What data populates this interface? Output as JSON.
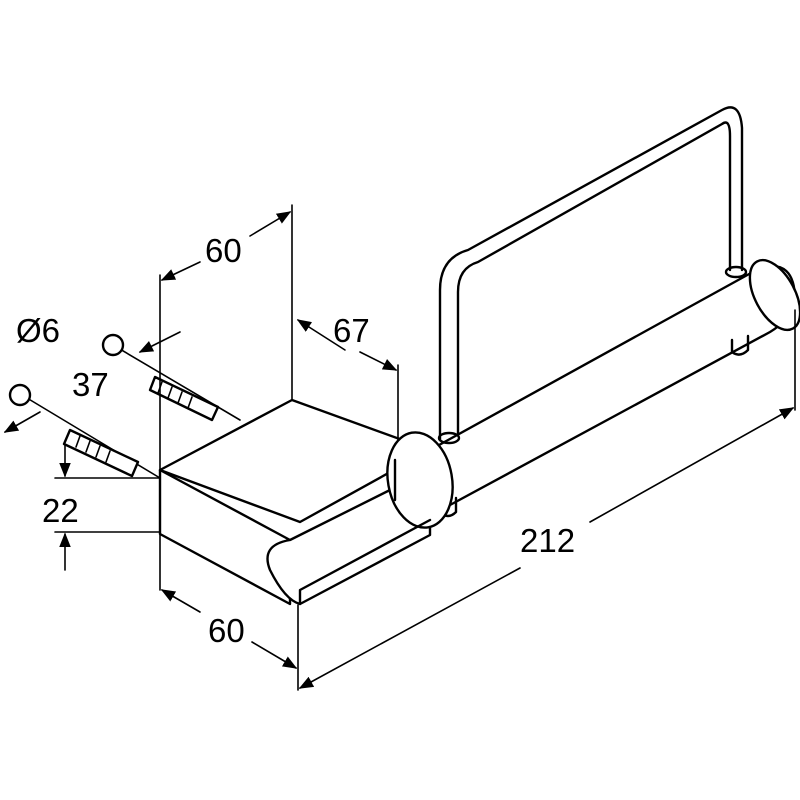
{
  "dimensions": {
    "depth_top": "60",
    "projection": "67",
    "diameter": "Ø6",
    "screw_spacing": "37",
    "height": "22",
    "depth_bottom": "60",
    "length": "212"
  }
}
